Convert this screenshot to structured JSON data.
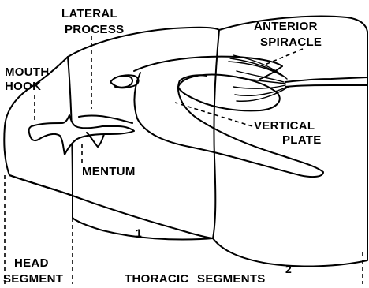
{
  "labels": {
    "lateral_process_line1": "LATERAL",
    "lateral_process_line2": "PROCESS",
    "anterior_spiracle_line1": "ANTERIOR",
    "anterior_spiracle_line2": "SPIRACLE",
    "mouth_hook_line1": "MOUTH",
    "mouth_hook_line2": "HOOK",
    "vertical_plate_line1": "VERTICAL",
    "vertical_plate_line2": "PLATE",
    "mentum": "MENTUM",
    "head_segment_line1": "HEAD",
    "head_segment_line2": "SEGMENT",
    "thoracic_segments": "THORACIC SEGMENTS",
    "segment_number_1": "1",
    "segment_number_2": "2"
  }
}
